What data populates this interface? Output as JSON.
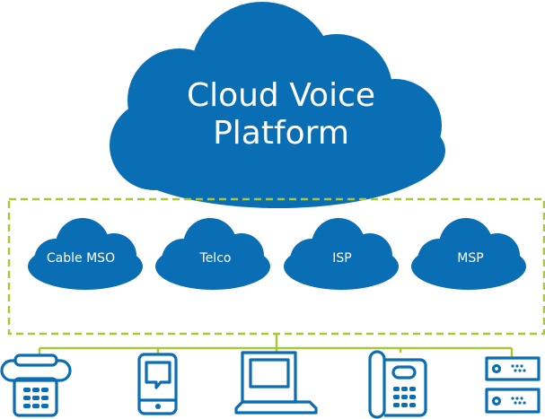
{
  "platform": {
    "line1": "Cloud Voice",
    "line2": "Platform"
  },
  "providers": [
    {
      "label": "Cable MSO"
    },
    {
      "label": "Telco"
    },
    {
      "label": "ISP"
    },
    {
      "label": "MSP"
    }
  ],
  "devices": [
    {
      "icon": "desk-phone-icon"
    },
    {
      "icon": "mobile-chat-icon"
    },
    {
      "icon": "laptop-icon"
    },
    {
      "icon": "ip-phone-icon"
    },
    {
      "icon": "server-icon"
    }
  ],
  "colors": {
    "cloud": "#0a6eb4",
    "connector": "#a8c838"
  }
}
